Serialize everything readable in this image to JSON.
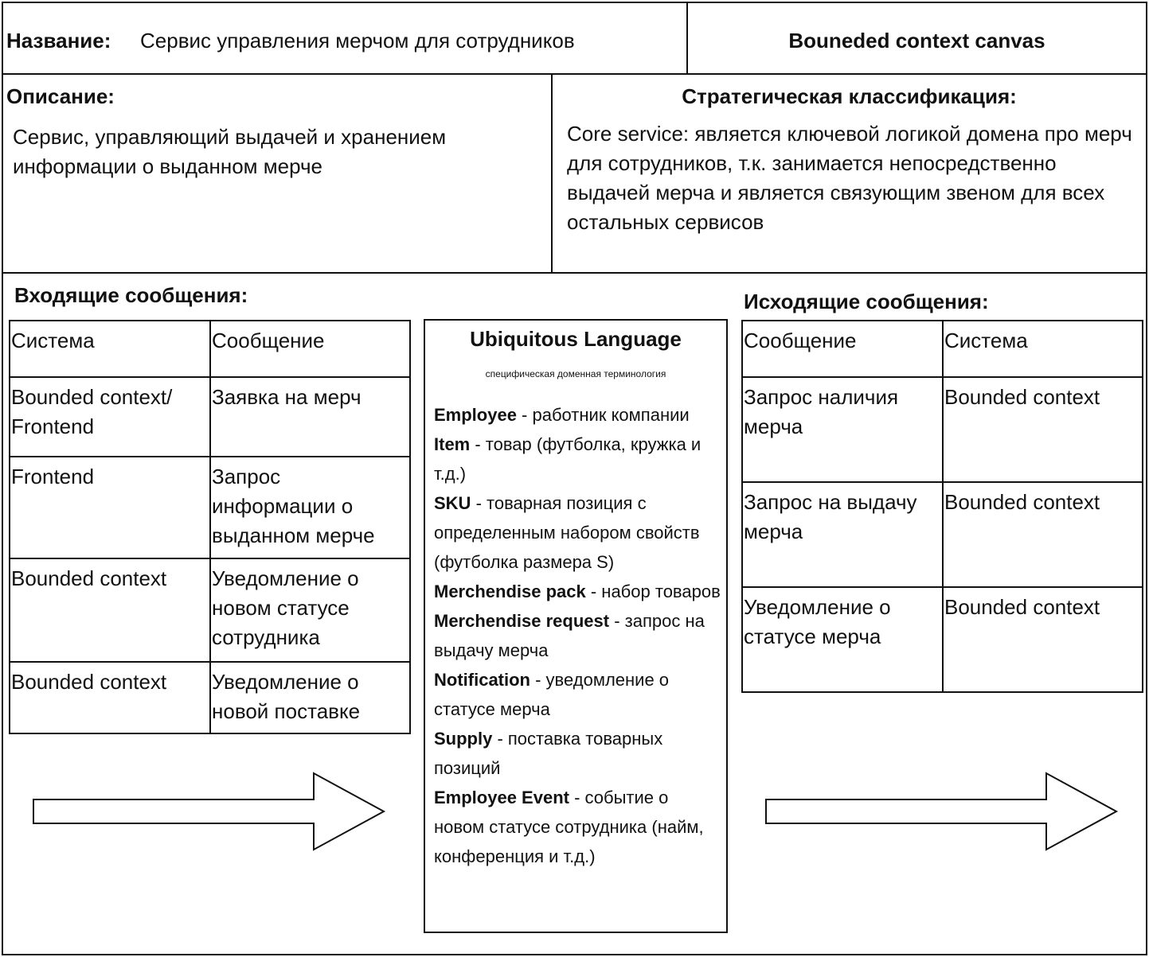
{
  "header": {
    "name_label": "Название:",
    "name_value": "Сервис управления мерчом для сотрудников",
    "canvas_title": "Bouneded context canvas"
  },
  "description": {
    "label": "Описание:",
    "text": "Сервис, управляющий выдачей и хранением информации о выданном мерче"
  },
  "strategic": {
    "label": "Стратегическая классификация:",
    "text": "Core service: является ключевой логикой домена про мерч для сотрудников, т.к. занимается непосредственно выдачей мерча и является связующим звеном для всех остальных сервисов"
  },
  "incoming": {
    "title": "Входящие сообщения:",
    "headers": [
      "Система",
      "Сообщение"
    ],
    "rows": [
      [
        "Bounded context/ Frontend",
        "Заявка на мерч"
      ],
      [
        "Frontend",
        "Запрос информации о выданном мерче"
      ],
      [
        "Bounded context",
        "Уведомление о новом статусе сотрудника"
      ],
      [
        "Bounded context",
        "Уведомление о новой поставке"
      ]
    ]
  },
  "outgoing": {
    "title": "Исходящие сообщения:",
    "headers": [
      "Сообщение",
      "Система"
    ],
    "rows": [
      [
        "Запрос наличия мерча",
        "Bounded context"
      ],
      [
        "Запрос на выдачу мерча",
        "Bounded context"
      ],
      [
        "Уведомление о статусе мерча",
        "Bounded context"
      ]
    ]
  },
  "ubiquitous": {
    "title": "Ubiquitous Language",
    "subtitle": "специфическая доменная терминология",
    "terms": [
      {
        "term": "Employee",
        "definition": " - работник компании"
      },
      {
        "term": "Item",
        "definition": " - товар (футболка, кружка и т.д.)"
      },
      {
        "term": "SKU",
        "definition": " - товарная позиция с определенным набором свойств (футболка размера S)"
      },
      {
        "term": "Merchendise pack",
        "definition": " - набор товаров"
      },
      {
        "term": "Merchendise request",
        "definition": " - запрос на выдачу мерча"
      },
      {
        "term": "Notification",
        "definition": " - уведомление о статусе мерча"
      },
      {
        "term": "Supply",
        "definition": " - поставка товарных позиций"
      },
      {
        "term": "Employee Event",
        "definition": " - событие о новом статусе сотрудника (найм, конференция и т.д.)"
      }
    ]
  },
  "icons": {
    "incoming_arrow": "right-arrow-icon",
    "outgoing_arrow": "right-arrow-icon"
  },
  "colors": {
    "stroke": "#111111",
    "background": "#ffffff"
  }
}
